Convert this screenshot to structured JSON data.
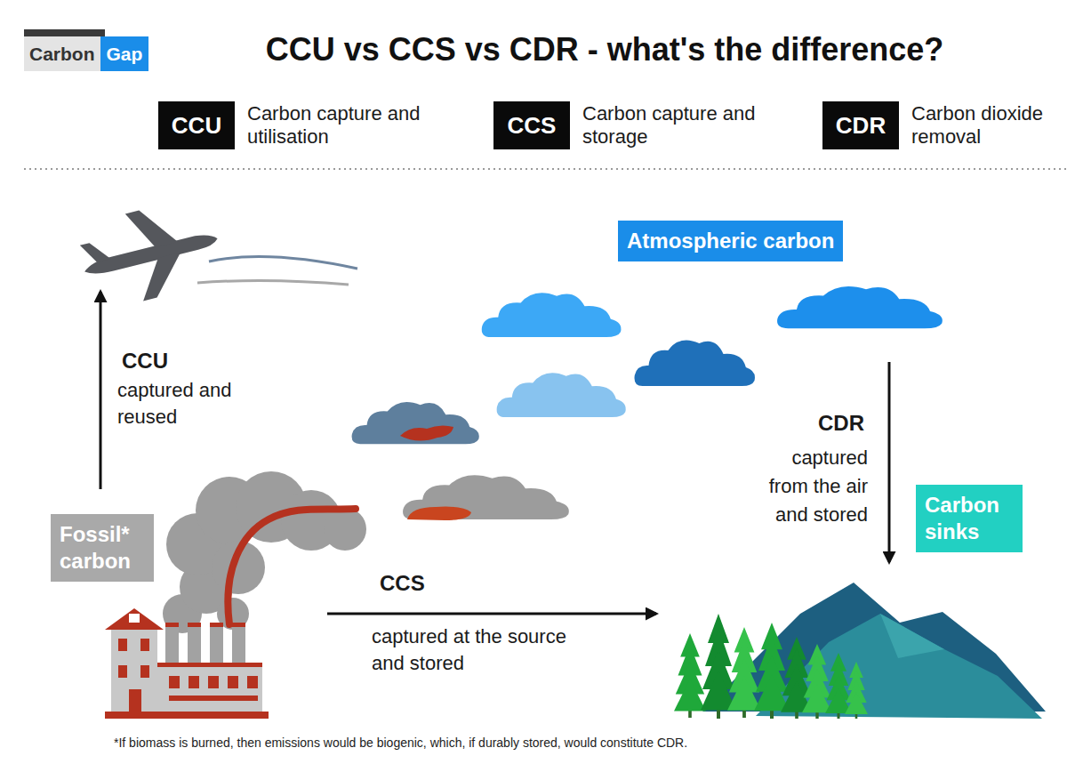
{
  "diagram": {
    "title": "CCU vs CCS vs CDR - what's the difference?",
    "nodes": [
      {
        "text": [
          "Carbon"
        ]
      },
      {
        "text": [
          "Gap"
        ]
      },
      {
        "text": [
          "CCU",
          "Carbon capture and utilisation"
        ]
      },
      {
        "text": [
          "CCS",
          "Carbon capture and storage"
        ]
      },
      {
        "text": [
          "CDR",
          "Carbon dioxide removal"
        ]
      },
      {
        "text": [
          "Atmospheric carbon"
        ]
      },
      {
        "text": [
          "Carbon sinks"
        ]
      },
      {
        "text": [
          "Fossil* carbon"
        ]
      }
    ],
    "labels": [
      "CCU",
      "captured and reused",
      "CDR",
      "captured from the air and stored",
      "CCS",
      "captured at the source and stored",
      "*If biomass is burned, then emissions would be biogenic, which, if durably stored, would constitute CDR."
    ]
  }
}
